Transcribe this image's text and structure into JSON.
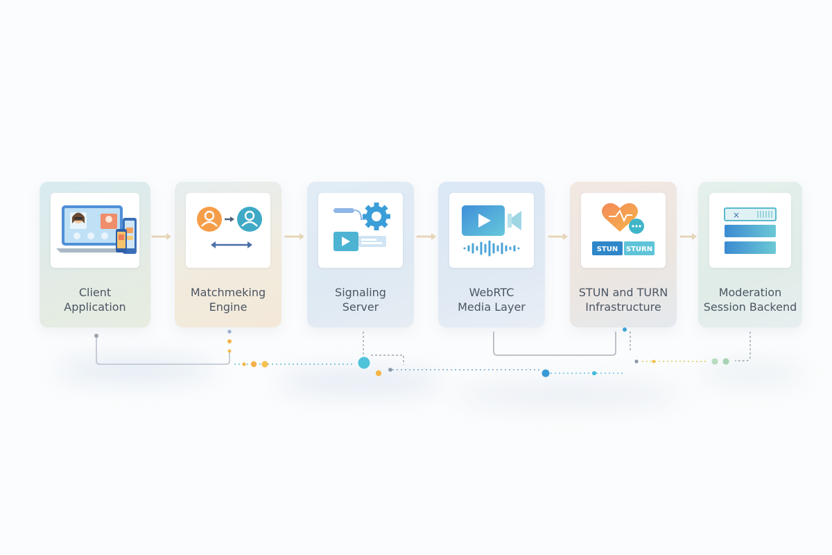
{
  "diagram": {
    "components": [
      {
        "id": "client",
        "line1": "Client",
        "line2": "Application",
        "icon": "laptop-devices-icon"
      },
      {
        "id": "matchmaking",
        "line1": "Matchmeking",
        "line2": "Engine",
        "icon": "user-match-icon"
      },
      {
        "id": "signaling",
        "line1": "Signaling",
        "line2": "Server",
        "icon": "signal-gear-icon"
      },
      {
        "id": "webrtc",
        "line1": "WebRTC",
        "line2": "Media Layer",
        "icon": "video-camera-icon"
      },
      {
        "id": "stun-turn",
        "line1": "STUN and TURN",
        "line2": "Infrastructure",
        "icon": "heart-relay-icon"
      },
      {
        "id": "moderation",
        "line1": "Moderation",
        "line2": "Session Backend",
        "icon": "session-list-icon"
      }
    ],
    "badges": {
      "stun": "STUN",
      "turn": "STURN"
    },
    "colors": {
      "client": "#dbe8e6",
      "matchmaking": "#f0e9dc",
      "signaling": "#dfeaf3",
      "webrtc": "#dfe9f5",
      "stun-turn": "#f1e6df",
      "moderation": "#e2eee6",
      "orange": "#f6a346",
      "teal": "#4bb3c8",
      "blue": "#3c8fd0",
      "arrow": "#e9d6b8"
    }
  }
}
